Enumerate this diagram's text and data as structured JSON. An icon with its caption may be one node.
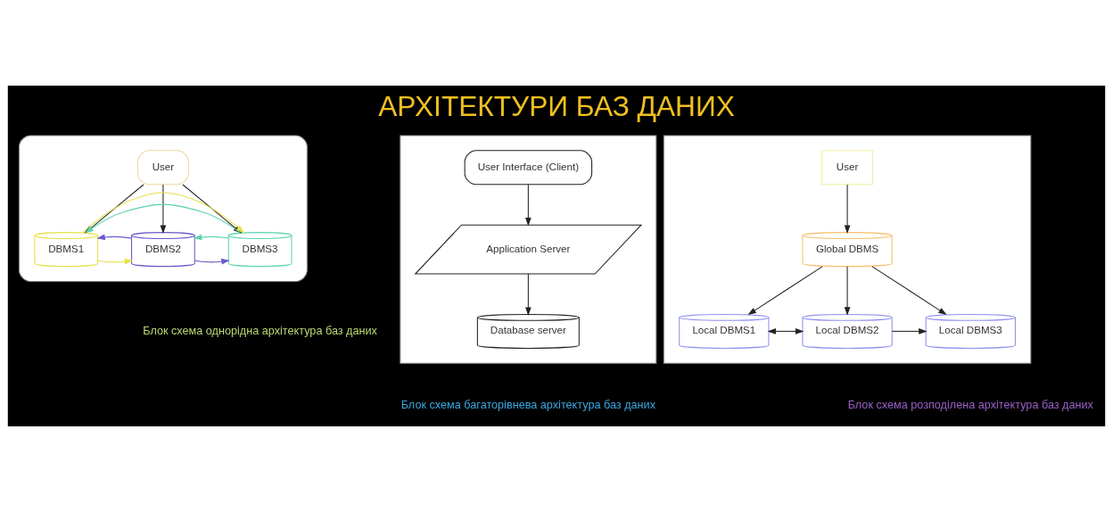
{
  "diagram": {
    "title": "АРХІТЕКТУРИ БАЗ ДАНИХ",
    "nodes": [
      {
        "text": [],
        "shape": "ellipse"
      },
      {
        "text": [
          "User"
        ],
        "in": 0
      },
      {
        "text": [
          "DBMS1"
        ],
        "in": 0
      },
      {
        "text": [
          "DBMS2"
        ],
        "in": 0
      },
      {
        "text": [
          "DBMS3"
        ],
        "in": 0
      },
      {
        "text": [],
        "shape": "box"
      },
      {
        "text": [
          "User Interface (Client)"
        ],
        "in": 5
      },
      {
        "text": [
          "Application Server"
        ],
        "in": 5
      },
      {
        "text": [
          "Database server"
        ],
        "in": 5
      },
      {
        "text": [],
        "shape": "box"
      },
      {
        "text": [
          "User"
        ],
        "in": 9
      },
      {
        "text": [
          "Global DBMS"
        ],
        "in": 9
      },
      {
        "text": [
          "Local DBMS1"
        ],
        "in": 9
      },
      {
        "text": [
          "Local DBMS2"
        ],
        "in": 9
      },
      {
        "text": [
          "Local DBMS3"
        ],
        "in": 9
      }
    ],
    "edges": [
      {
        "from": 1,
        "to": 2,
        "arrow": "to"
      },
      {
        "from": 1,
        "to": 3,
        "arrow": "to"
      },
      {
        "from": 1,
        "to": 4,
        "arrow": "to"
      },
      {
        "from": 2,
        "to": 3,
        "arrow": "to",
        "color": "#e8e04a"
      },
      {
        "from": 3,
        "to": 4,
        "arrow": "to",
        "color": "#6a5acd"
      },
      {
        "from": 4,
        "to": 3,
        "arrow": "to",
        "color": "#5fd3b0"
      },
      {
        "from": 3,
        "to": 2,
        "arrow": "to",
        "color": "#6a5acd"
      },
      {
        "from": 4,
        "to": 2,
        "arrow": "to",
        "color": "#5fd3b0"
      },
      {
        "from": 2,
        "to": 4,
        "arrow": "to",
        "color": "#e8e04a"
      },
      {
        "from": 6,
        "to": 7,
        "arrow": "to"
      },
      {
        "from": 7,
        "to": 8,
        "arrow": "to"
      },
      {
        "from": 10,
        "to": 11,
        "arrow": "to"
      },
      {
        "from": 11,
        "to": 12,
        "arrow": "to"
      },
      {
        "from": 11,
        "to": 13,
        "arrow": "to"
      },
      {
        "from": 11,
        "to": 14,
        "arrow": "to"
      },
      {
        "from": 12,
        "to": 13,
        "arrow": "both"
      },
      {
        "from": 13,
        "to": 14,
        "arrow": "to"
      }
    ],
    "labels": [
      "Блок схема однорідна архітектура баз даних",
      "Блок схема розподілена архітектура баз даних",
      "Блок схема багаторівнева архітектура баз даних"
    ]
  }
}
